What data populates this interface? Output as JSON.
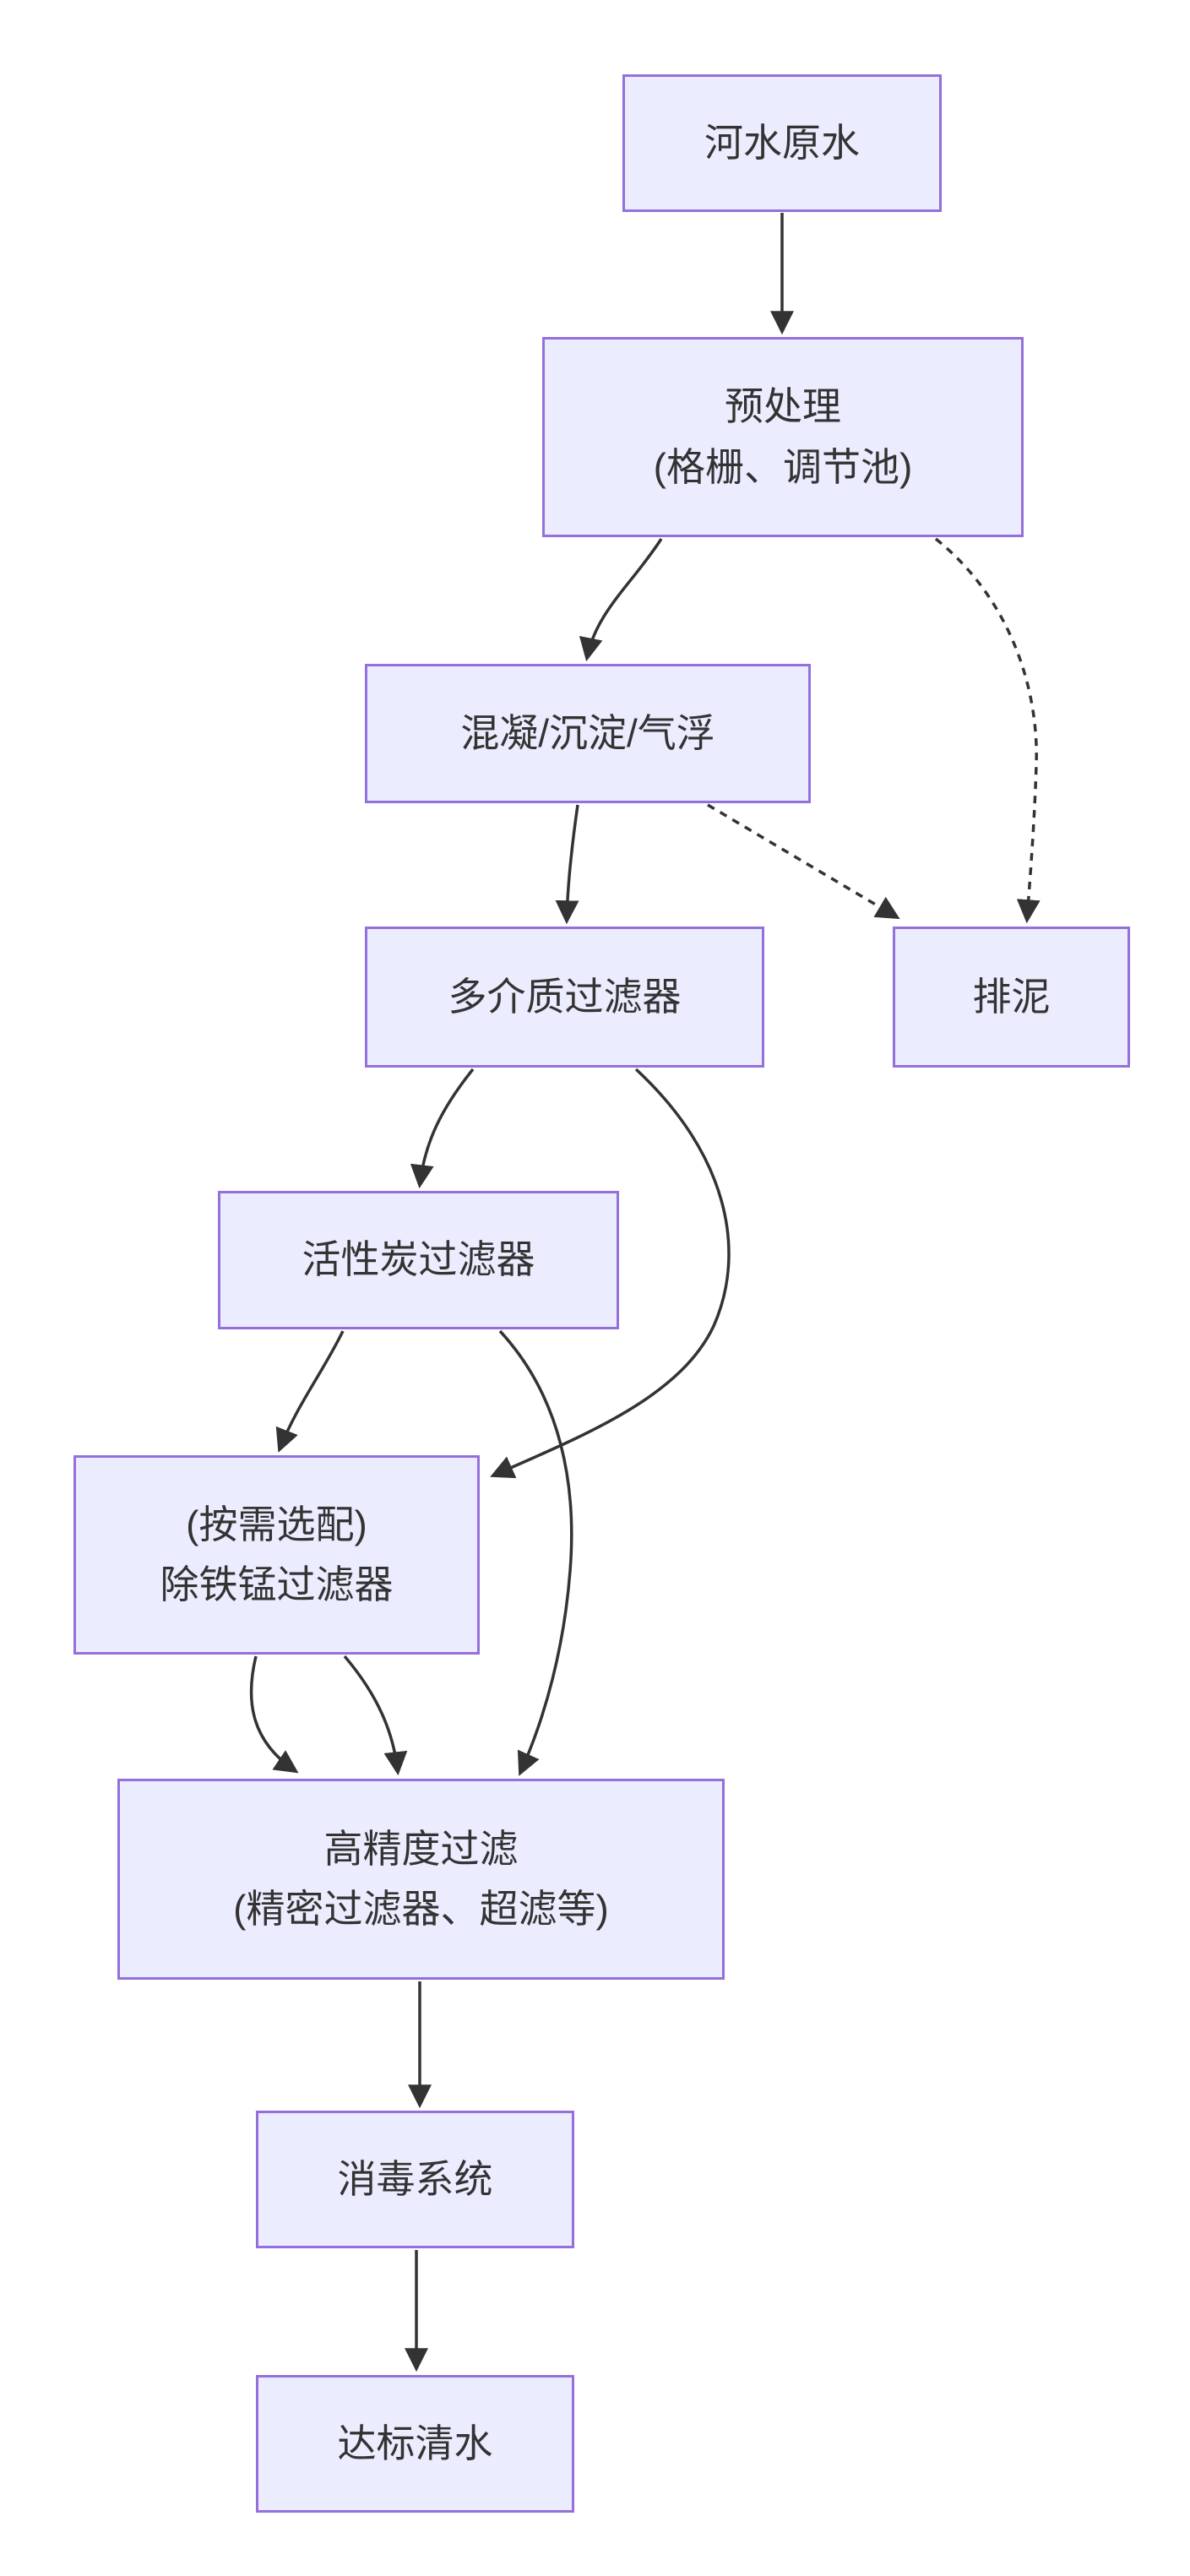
{
  "diagram": {
    "type": "flowchart",
    "direction": "top-down",
    "colors": {
      "background": "#ffffff",
      "node_fill": "#ECECFF",
      "node_border": "#9370DB",
      "text": "#333333",
      "edge": "#333333"
    },
    "nodes": {
      "a": {
        "label": "河水原水"
      },
      "b": {
        "label": [
          "预处理",
          "(格栅、调节池)"
        ]
      },
      "c": {
        "label": "混凝/沉淀/气浮"
      },
      "d": {
        "label": "多介质过滤器"
      },
      "e": {
        "label": "排泥"
      },
      "f": {
        "label": "活性炭过滤器"
      },
      "g": {
        "label": [
          "(按需选配)",
          "除铁锰过滤器"
        ]
      },
      "h": {
        "label": [
          "高精度过滤",
          "(精密过滤器、超滤等)"
        ]
      },
      "i": {
        "label": "消毒系统"
      },
      "j": {
        "label": "达标清水"
      }
    },
    "edges": [
      {
        "from": "河水原水",
        "to": "预处理",
        "style": "solid"
      },
      {
        "from": "预处理",
        "to": "混凝/沉淀/气浮",
        "style": "solid"
      },
      {
        "from": "预处理",
        "to": "排泥",
        "style": "dashed"
      },
      {
        "from": "混凝/沉淀/气浮",
        "to": "多介质过滤器",
        "style": "solid"
      },
      {
        "from": "混凝/沉淀/气浮",
        "to": "排泥",
        "style": "dashed"
      },
      {
        "from": "多介质过滤器",
        "to": "活性炭过滤器",
        "style": "solid"
      },
      {
        "from": "多介质过滤器",
        "to": "除铁锰过滤器",
        "style": "solid"
      },
      {
        "from": "活性炭过滤器",
        "to": "除铁锰过滤器",
        "style": "solid"
      },
      {
        "from": "活性炭过滤器",
        "to": "高精度过滤",
        "style": "solid"
      },
      {
        "from": "除铁锰过滤器",
        "to": "高精度过滤",
        "style": "solid"
      },
      {
        "from": "除铁锰过滤器",
        "to": "高精度过滤",
        "style": "solid"
      },
      {
        "from": "高精度过滤",
        "to": "消毒系统",
        "style": "solid"
      },
      {
        "from": "消毒系统",
        "to": "达标清水",
        "style": "solid"
      }
    ]
  }
}
